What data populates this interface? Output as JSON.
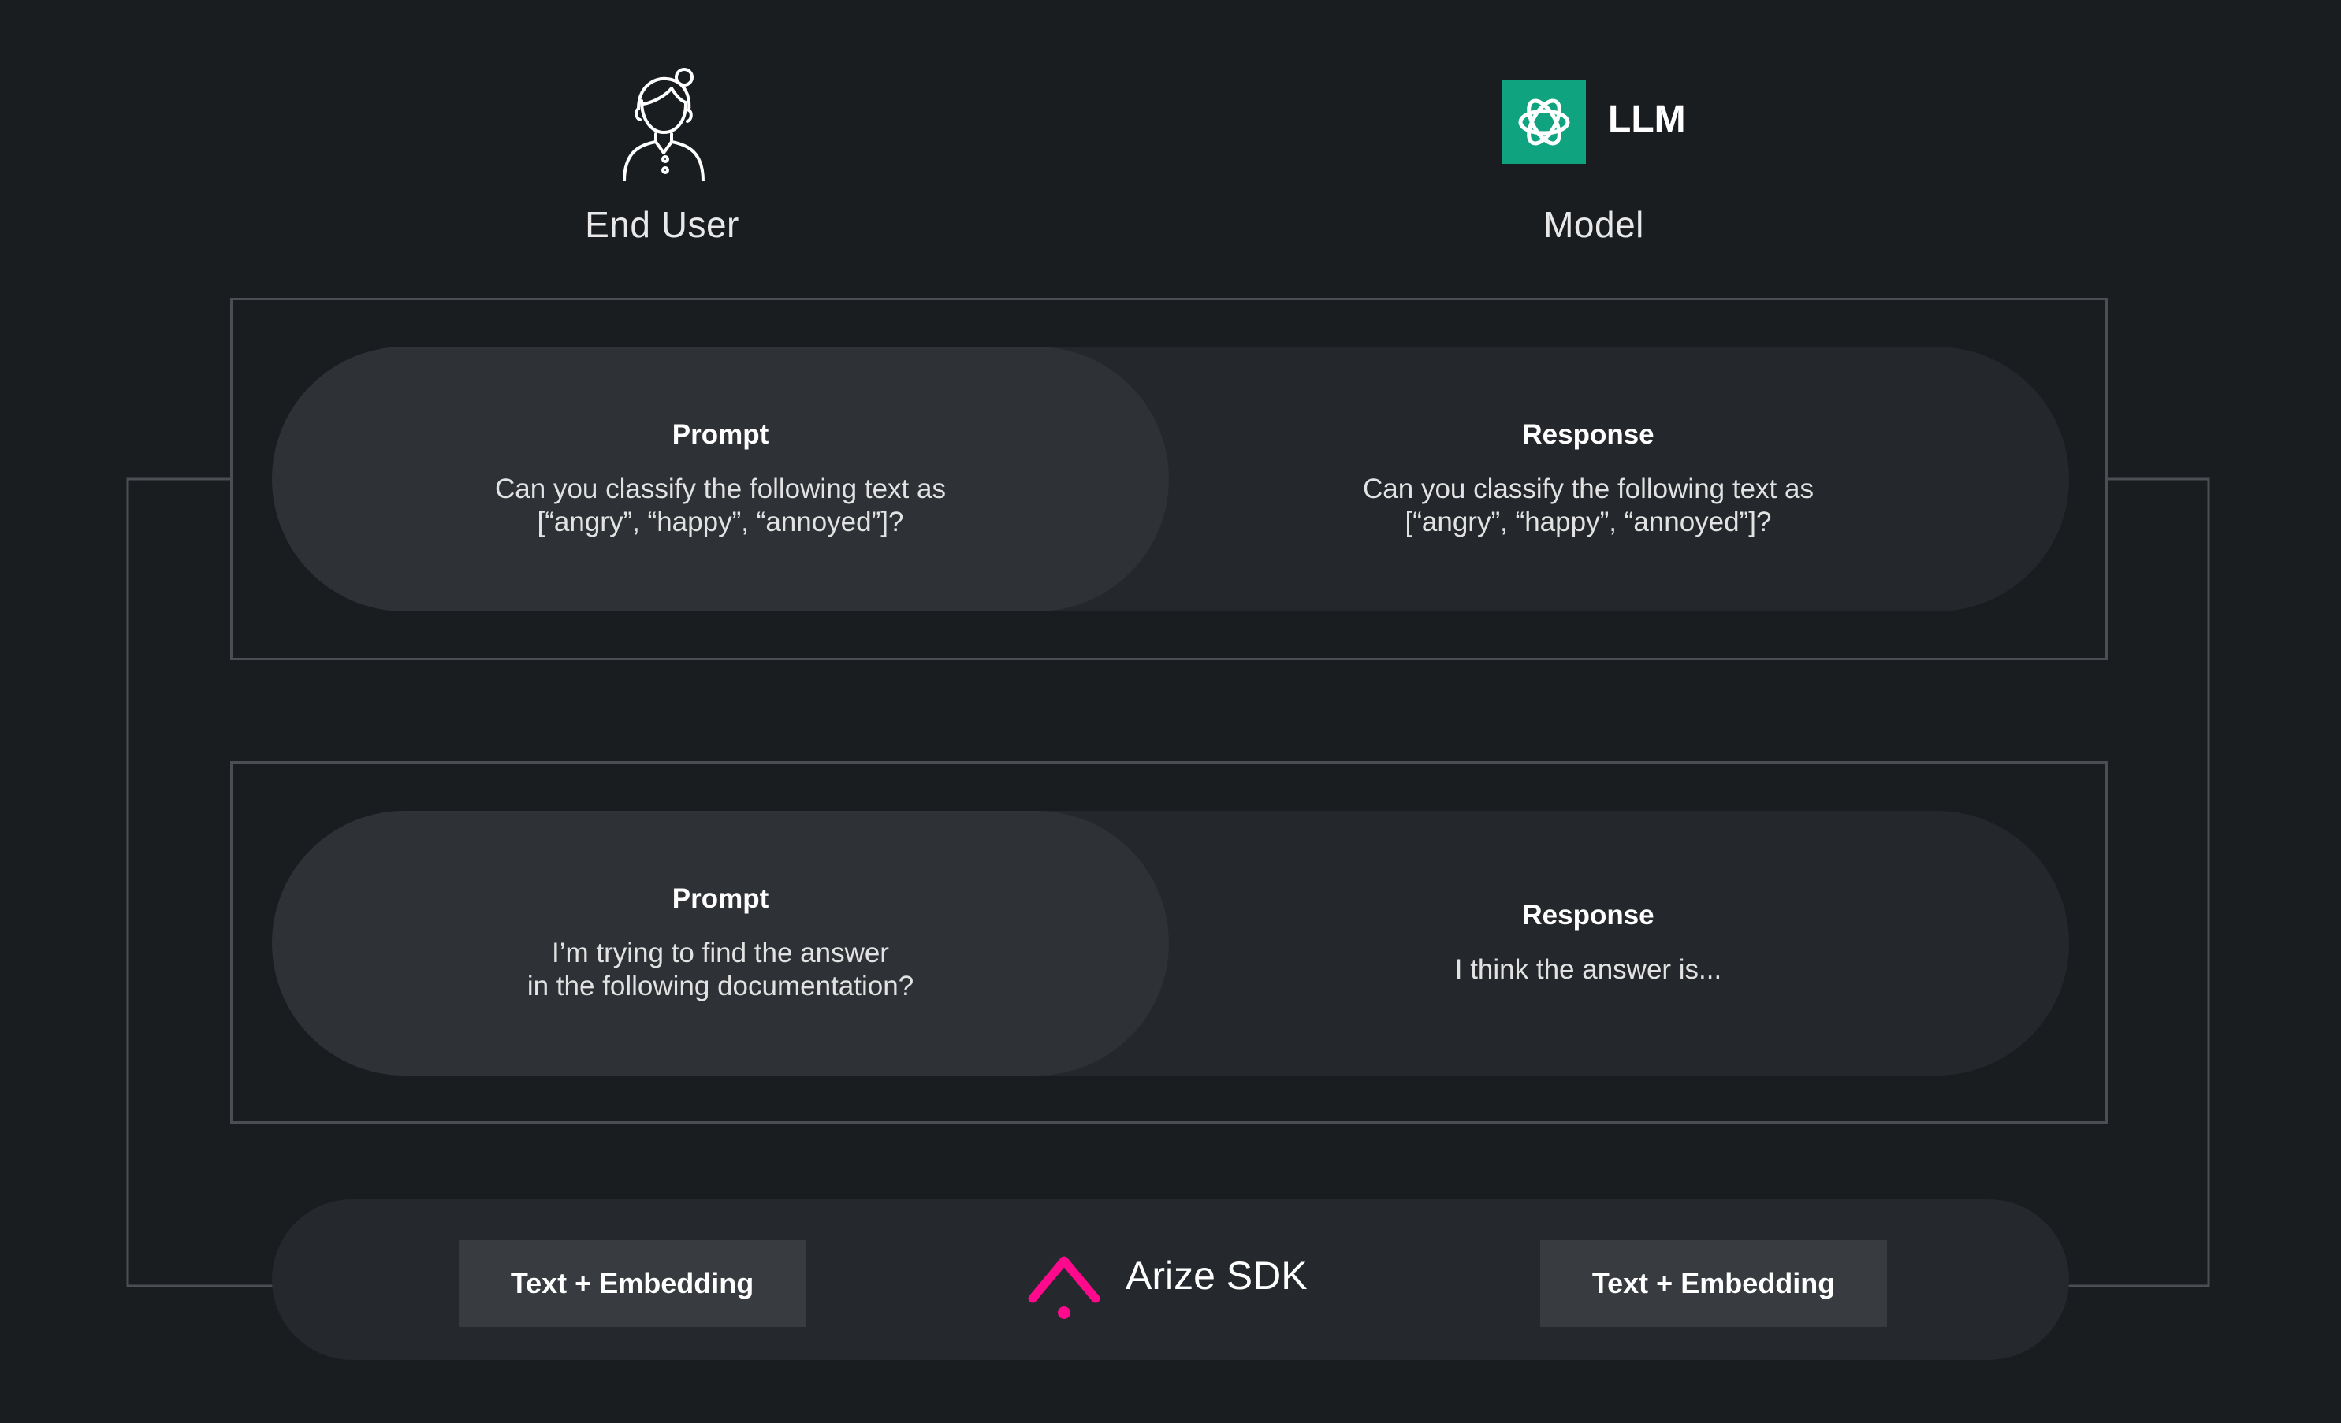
{
  "header": {
    "end_user_label": "End User",
    "model_label": "Model",
    "llm_logo_text": "LLM"
  },
  "rows": [
    {
      "prompt_title": "Prompt",
      "prompt_text": "Can you classify the following text as\n[“angry”, “happy”, “annoyed”]?",
      "response_title": "Response",
      "response_text": "Can you classify the following text as\n[“angry”, “happy”, “annoyed”]?"
    },
    {
      "prompt_title": "Prompt",
      "prompt_text": "I’m trying to find the answer\nin the following documentation?",
      "response_title": "Response",
      "response_text": "I think the answer is..."
    }
  ],
  "sdk": {
    "label": "Arize SDK",
    "left_box": "Text + Embedding",
    "right_box": "Text + Embedding",
    "accent_color": "#ff0a8c"
  },
  "colors": {
    "background": "#1a1d20",
    "frame_border": "#4b4f54",
    "llm_brand": "#10a37f"
  }
}
